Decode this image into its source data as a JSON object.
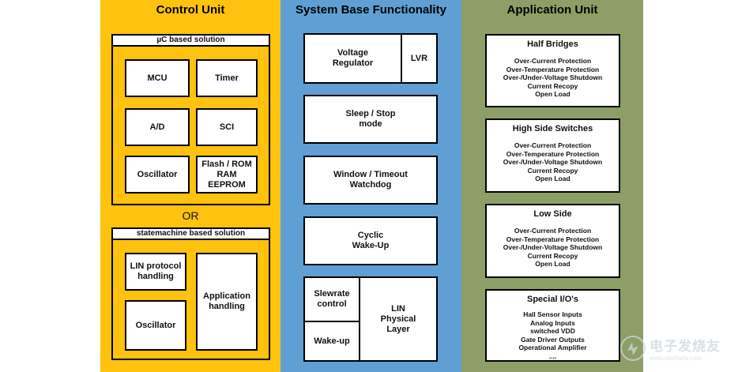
{
  "columns": {
    "control": {
      "title": "Control Unit",
      "color": "#ffc20e"
    },
    "system": {
      "title": "System Base Functionality",
      "color": "#5f9fd4"
    },
    "application": {
      "title": "Application Unit",
      "color": "#8d9e67"
    }
  },
  "control": {
    "uc_panel": {
      "heading": "µC based solution",
      "blocks": [
        "MCU",
        "Timer",
        "A/D",
        "SCI",
        "Oscillator",
        "Flash / ROM\nRAM\nEEPROM"
      ]
    },
    "or_label": "OR",
    "sm_panel": {
      "heading": "statemachine based solution",
      "blocks": [
        "LIN protocol\nhandling",
        "Application\nhandling",
        "Oscillator"
      ]
    }
  },
  "system": {
    "voltage_regulator": "Voltage\nRegulator",
    "lvr": "LVR",
    "sleep_stop": "Sleep / Stop\nmode",
    "watchdog": "Window / Timeout\nWatchdog",
    "cyclic_wakeup": "Cyclic\nWake-Up",
    "slewrate": "Slewrate\ncontrol",
    "wakeup": "Wake-up",
    "lin_physical": "LIN\nPhysical\nLayer"
  },
  "application": {
    "blocks": [
      {
        "title": "Half Bridges",
        "items": [
          "Over-Current Protection",
          "Over-Temperature Protection",
          "Over-/Under-Voltage Shutdown",
          "Current Recopy",
          "Open Load"
        ]
      },
      {
        "title": "High Side Switches",
        "items": [
          "Over-Current Protection",
          "Over-Temperature Protection",
          "Over-/Under-Voltage Shutdown",
          "Current Recopy",
          "Open Load"
        ]
      },
      {
        "title": "Low Side",
        "items": [
          "Over-Current Protection",
          "Over-Temperature Protection",
          "Over-/Under-Voltage Shutdown",
          "Current Recopy",
          "Open Load"
        ]
      },
      {
        "title": "Special I/O's",
        "items": [
          "Hall Sensor Inputs",
          "Analog Inputs",
          "switched VDD",
          "Gate Driver Outputs",
          "Operational Amplifier",
          "...."
        ]
      }
    ]
  },
  "watermark": {
    "icon": "electronics-logo-icon",
    "text": "电子发烧友",
    "sub": "www.elecfans.com"
  }
}
